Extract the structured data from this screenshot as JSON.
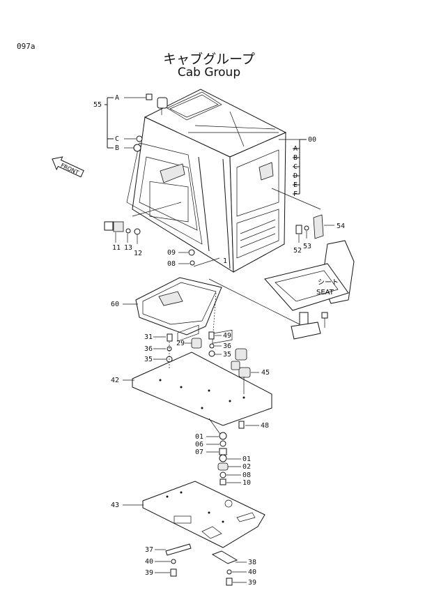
{
  "page_code": "097a",
  "title_jp": "キャブグループ",
  "title_en": "Cab Group",
  "front_label": "FRONT",
  "seat_label_jp": "シート",
  "seat_label_en": "SEAT",
  "callouts": {
    "p55": "55",
    "pA": "A",
    "pC": "C",
    "pB": "B",
    "p00": "00",
    "ra": "A",
    "rb": "B",
    "rc": "C",
    "rd": "D",
    "re": "E",
    "rf": "F",
    "p11": "11",
    "p13": "13",
    "p12": "12",
    "p09": "09",
    "p08": "08",
    "p1": "1",
    "p54": "54",
    "p52": "52",
    "p53": "53",
    "p60": "60",
    "p31": "31",
    "p36a": "36",
    "p35a": "35",
    "p29": "29",
    "p49": "49",
    "p36b": "36",
    "p35b": "35",
    "p45": "45",
    "p42": "42",
    "p48": "48",
    "p01a": "01",
    "p06": "06",
    "p07": "07",
    "p01b": "01",
    "p02": "02",
    "p08b": "08",
    "p10": "10",
    "p43": "43",
    "p37": "37",
    "p40a": "40",
    "p39a": "39",
    "p38": "38",
    "p40b": "40",
    "p39b": "39"
  }
}
